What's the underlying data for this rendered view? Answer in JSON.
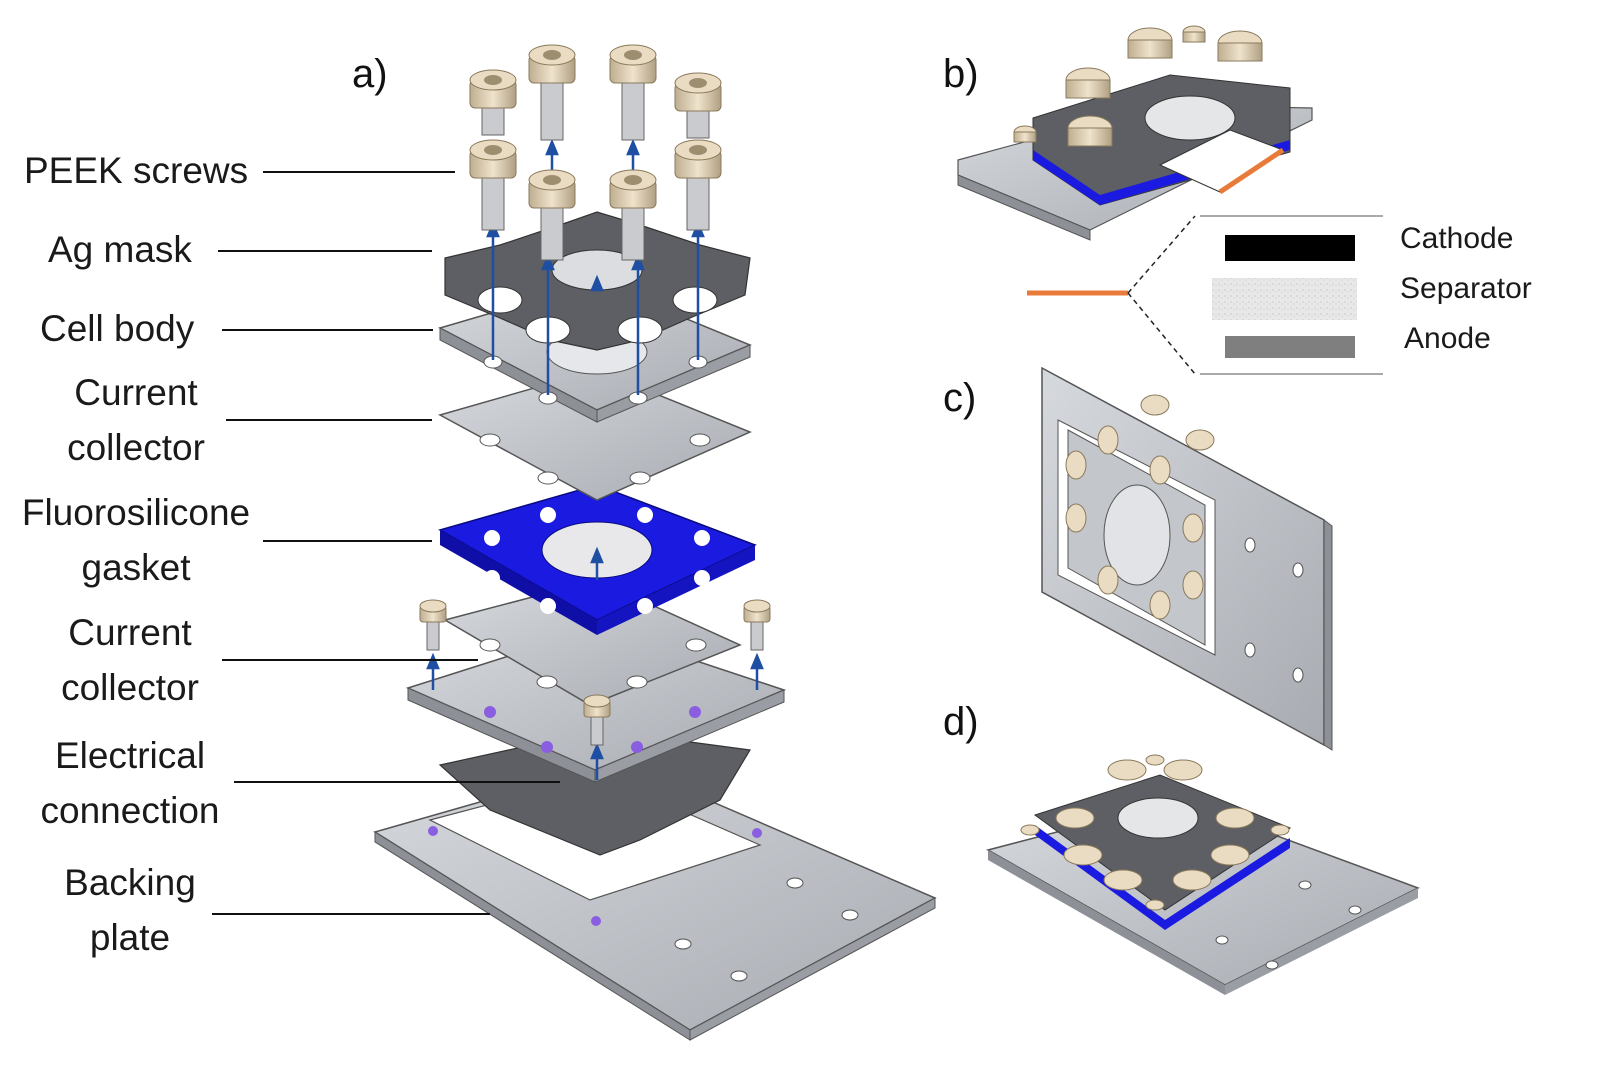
{
  "panels": {
    "a": "a)",
    "b": "b)",
    "c": "c)",
    "d": "d)"
  },
  "labels": {
    "peek_screws": "PEEK screws",
    "ag_mask": "Ag mask",
    "cell_body": "Cell body",
    "current_collector_top_1": "Current",
    "current_collector_top_2": "collector",
    "gasket_1": "Fluorosilicone",
    "gasket_2": "gasket",
    "current_collector_bottom_1": "Current",
    "current_collector_bottom_2": "collector",
    "electrical_1": "Electrical",
    "electrical_2": "connection",
    "backing_1": "Backing",
    "backing_2": "plate"
  },
  "legend": {
    "cathode": "Cathode",
    "separator": "Separator",
    "anode": "Anode"
  },
  "colors": {
    "metal": "#b9bcc2",
    "metal_dark": "#8d9097",
    "dark_plate": "#5d5f64",
    "gasket": "#1a1ae0",
    "screw": "#d8c8ac",
    "arrow": "#1f4fa3",
    "orange": "#e87b3a",
    "cathode": "#000000",
    "anode": "#7f7f7f"
  }
}
